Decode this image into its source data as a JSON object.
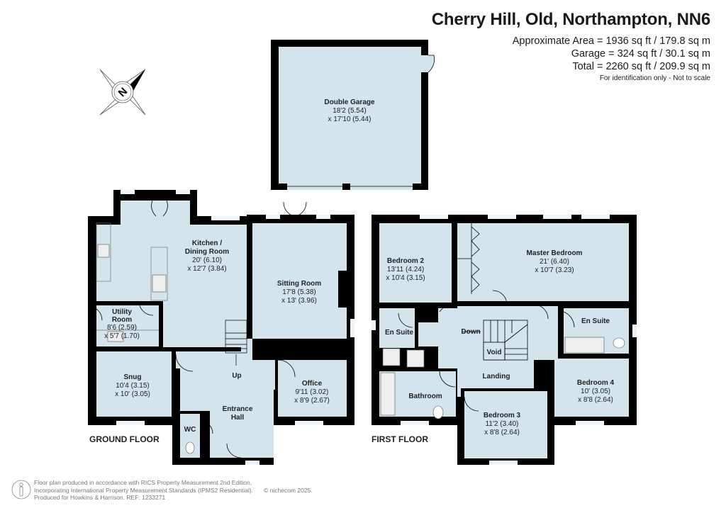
{
  "header": {
    "title": "Cherry Hill, Old, Northampton, NN6",
    "area_lines": [
      "Approximate Area = 1936 sq ft / 179.8 sq m",
      "Garage = 324 sq ft / 30.1 sq m",
      "Total = 2260 sq ft / 209.9 sq m"
    ],
    "note": "For identification only - Not to scale"
  },
  "compass": {
    "icon": "north-compass-icon",
    "label": "N"
  },
  "garage": {
    "name": "Double Garage",
    "dim1": "18'2 (5.54)",
    "dim2": "x 17'10 (5.44)"
  },
  "ground_floor": {
    "label": "GROUND FLOOR",
    "rooms": [
      {
        "name": "Kitchen /",
        "name2": "Dining Room",
        "dim1": "20' (6.10)",
        "dim2": "x 12'7 (3.84)"
      },
      {
        "name": "Sitting Room",
        "dim1": "17'8 (5.38)",
        "dim2": "x 13' (3.96)"
      },
      {
        "name": "Utility",
        "name2": "Room",
        "dim1": "8'6 (2.59)",
        "dim2": "x 5'7 (1.70)"
      },
      {
        "name": "Snug",
        "dim1": "10'4 (3.15)",
        "dim2": "x 10' (3.05)"
      },
      {
        "name": "Office",
        "dim1": "9'11 (3.02)",
        "dim2": "x 8'9 (2.67)"
      },
      {
        "name": "Entrance",
        "name2": "Hall"
      },
      {
        "name": "WC"
      }
    ],
    "stairs_label": "Up"
  },
  "first_floor": {
    "label": "FIRST FLOOR",
    "rooms": [
      {
        "name": "Bedroom 2",
        "dim1": "13'11 (4.24)",
        "dim2": "x 10'4 (3.15)"
      },
      {
        "name": "Master Bedroom",
        "dim1": "21' (6.40)",
        "dim2": "x 10'7 (3.23)"
      },
      {
        "name": "En Suite"
      },
      {
        "name": "En Suite"
      },
      {
        "name": "Bathroom"
      },
      {
        "name": "Landing"
      },
      {
        "name": "Bedroom 3",
        "dim1": "11'2 (3.40)",
        "dim2": "x 8'8 (2.64)"
      },
      {
        "name": "Bedroom 4",
        "dim1": "10' (3.05)",
        "dim2": "x 8'8 (2.64)"
      },
      {
        "name": "Void"
      }
    ],
    "stairs_label": "Down"
  },
  "footer": {
    "lines": [
      "Floor plan produced in accordance with RICS Property Measurement 2nd Edition,",
      "Incorporating International Property Measurement Standards (IPMS2 Residential).",
      "Produced for Howkins & Harrison.   REF: 1233271"
    ],
    "copyright": "© nichecom 2025."
  },
  "colors": {
    "floor": "#d3e4ec",
    "wall": "#000000",
    "window": "#eef4f7"
  }
}
